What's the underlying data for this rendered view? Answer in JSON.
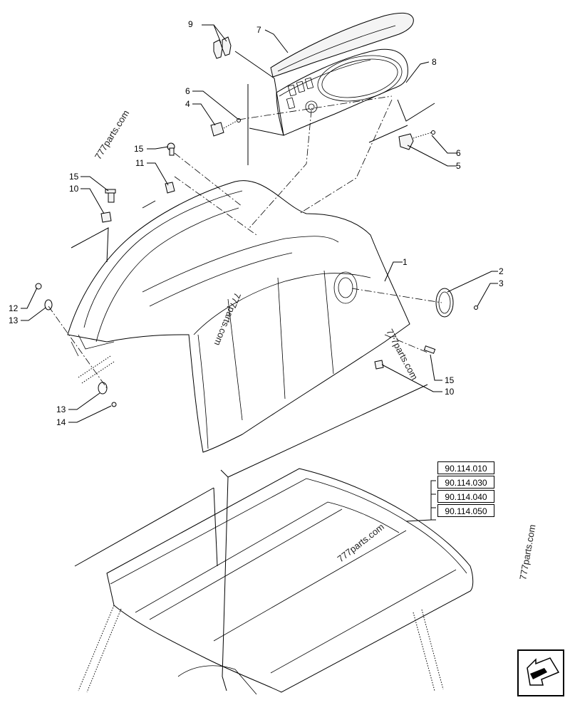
{
  "callouts": {
    "c9": "9",
    "c7": "7",
    "c8": "8",
    "c6a": "6",
    "c4": "4",
    "c6b": "6",
    "c5": "5",
    "c15a": "15",
    "c11": "11",
    "c15b": "15",
    "c10a": "10",
    "c1": "1",
    "c2": "2",
    "c3": "3",
    "c12": "12",
    "c13a": "13",
    "c15c": "15",
    "c10b": "10",
    "c13b": "13",
    "c14": "14"
  },
  "references": [
    "90.114.010",
    "90.114.030",
    "90.114.040",
    "90.114.050"
  ],
  "watermarks": [
    "777parts.com",
    "777parts.com",
    "777parts.com",
    "777parts.com",
    "777parts.com"
  ],
  "icons": {
    "nav": "arrow-back-icon"
  }
}
